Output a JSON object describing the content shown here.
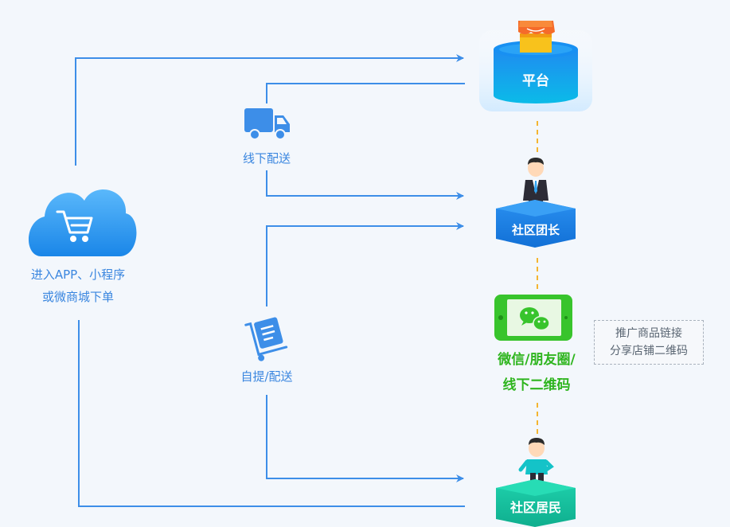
{
  "nodes": {
    "platform": "平台",
    "leader": "社区团长",
    "resident": "社区居民",
    "customer_line1": "进入APP、小程序",
    "customer_line2": "或微商城下单"
  },
  "edges": {
    "offline_delivery": "线下配送",
    "pickup_delivery": "自提/配送"
  },
  "channels": {
    "line1": "微信/朋友圈/",
    "line2": "线下二维码"
  },
  "share_note": {
    "line1": "推广商品链接",
    "line2": "分享店铺二维码"
  },
  "colors": {
    "arrow": "#3d8ee8",
    "cylinder": "#1e7ce6",
    "cylinder_top": "#0fc4f0",
    "leader_box": "#1a82e8",
    "resident_box": "#14c3a0",
    "phone": "#38c42c",
    "dashed_connector": "#f4b531"
  },
  "icons": {
    "customer": "shopping-cart-icon",
    "delivery": "delivery-truck-icon",
    "pickup": "hand-truck-icon",
    "store": "store-awning-icon",
    "chat": "wechat-icon"
  }
}
